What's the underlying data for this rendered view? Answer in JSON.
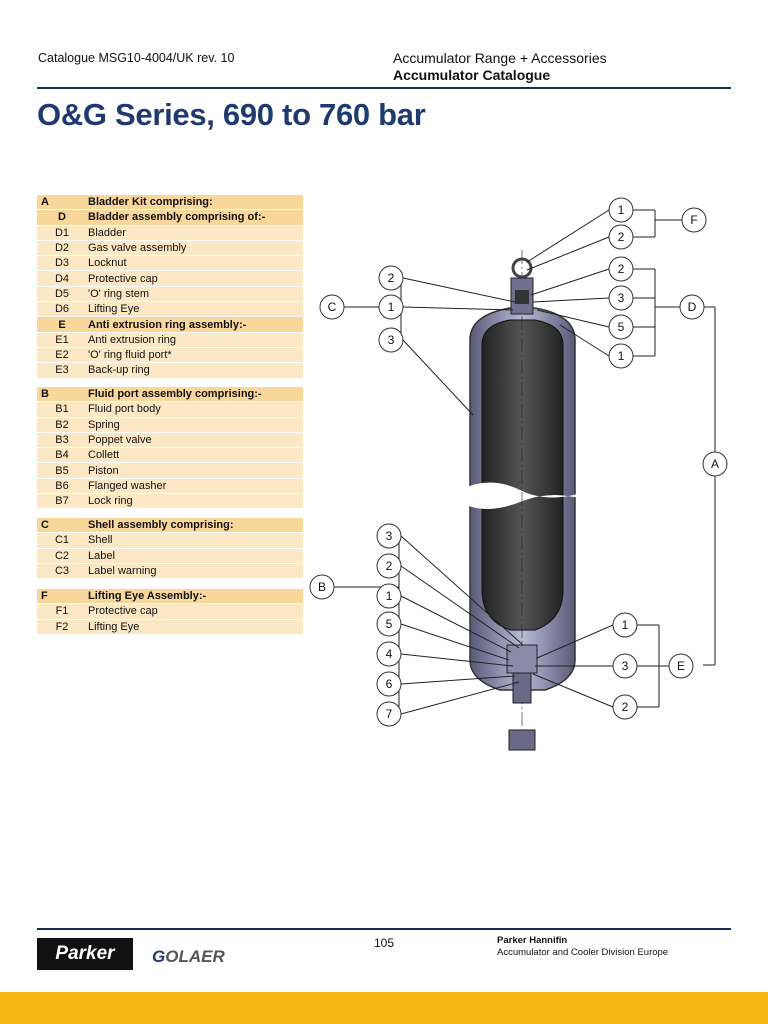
{
  "header": {
    "catalogue_ref": "Catalogue MSG10-4004/UK rev. 10",
    "range": "Accumulator Range + Accessories",
    "catalogue_name": "Accumulator Catalogue"
  },
  "title": "O&G Series, 690 to 760 bar",
  "parts_groups": [
    {
      "rows": [
        {
          "kind": "head",
          "code": "A",
          "desc": "Bladder Kit comprising:"
        },
        {
          "kind": "sub",
          "code": "D",
          "desc": "Bladder assembly comprising of:-"
        },
        {
          "kind": "item",
          "code": "D1",
          "desc": "Bladder"
        },
        {
          "kind": "item",
          "code": "D2",
          "desc": "Gas valve assembly"
        },
        {
          "kind": "item",
          "code": "D3",
          "desc": "Locknut"
        },
        {
          "kind": "item",
          "code": "D4",
          "desc": "Protective cap"
        },
        {
          "kind": "item",
          "code": "D5",
          "desc": "'O' ring stem"
        },
        {
          "kind": "item",
          "code": "D6",
          "desc": "Lifting Eye"
        },
        {
          "kind": "sub",
          "code": "E",
          "desc": "Anti extrusion ring assembly:-"
        },
        {
          "kind": "item",
          "code": "E1",
          "desc": "Anti extrusion ring"
        },
        {
          "kind": "item",
          "code": "E2",
          "desc": "'O' ring fluid port*"
        },
        {
          "kind": "item",
          "code": "E3",
          "desc": "Back-up ring"
        }
      ]
    },
    {
      "rows": [
        {
          "kind": "head",
          "code": "B",
          "desc": "Fluid port assembly comprising:-"
        },
        {
          "kind": "item",
          "code": "B1",
          "desc": "Fluid port body"
        },
        {
          "kind": "item",
          "code": "B2",
          "desc": "Spring"
        },
        {
          "kind": "item",
          "code": "B3",
          "desc": "Poppet valve"
        },
        {
          "kind": "item",
          "code": "B4",
          "desc": "Collett"
        },
        {
          "kind": "item",
          "code": "B5",
          "desc": "Piston"
        },
        {
          "kind": "item",
          "code": "B6",
          "desc": "Flanged washer"
        },
        {
          "kind": "item",
          "code": "B7",
          "desc": "Lock ring"
        }
      ]
    },
    {
      "rows": [
        {
          "kind": "head",
          "code": "C",
          "desc": "Shell assembly comprising:"
        },
        {
          "kind": "item",
          "code": "C1",
          "desc": "Shell"
        },
        {
          "kind": "item",
          "code": "C2",
          "desc": "Label"
        },
        {
          "kind": "item",
          "code": "C3",
          "desc": "Label warning"
        }
      ]
    },
    {
      "rows": [
        {
          "kind": "head",
          "code": "F",
          "desc": "Lifting Eye Assembly:-"
        },
        {
          "kind": "item",
          "code": "F1",
          "desc": "Protective cap"
        },
        {
          "kind": "item",
          "code": "F2",
          "desc": "Lifting Eye"
        }
      ]
    }
  ],
  "diagram": {
    "callouts": [
      "1",
      "2",
      "F",
      "2",
      "3",
      "5",
      "1",
      "D",
      "2",
      "1",
      "3",
      "C",
      "A",
      "3",
      "2",
      "1",
      "5",
      "4",
      "6",
      "7",
      "B",
      "1",
      "3",
      "2",
      "E"
    ]
  },
  "footer": {
    "page_number": "105",
    "company": "Parker Hannifin",
    "division": "Accumulator and Cooler Division Europe",
    "parker_logo": "Parker",
    "olaer_logo": "OLAER"
  },
  "colors": {
    "accent_band": "#f7b614",
    "head_fill": "#f9d79b",
    "item_fill": "#fce8c4",
    "title_blue": "#1f3a6e"
  }
}
